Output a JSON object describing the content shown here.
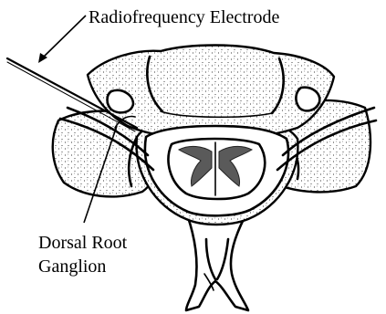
{
  "labels": {
    "electrode": "Radiofrequency Electrode",
    "ganglion_line1": "Dorsal Root",
    "ganglion_line2": "Ganglion"
  }
}
